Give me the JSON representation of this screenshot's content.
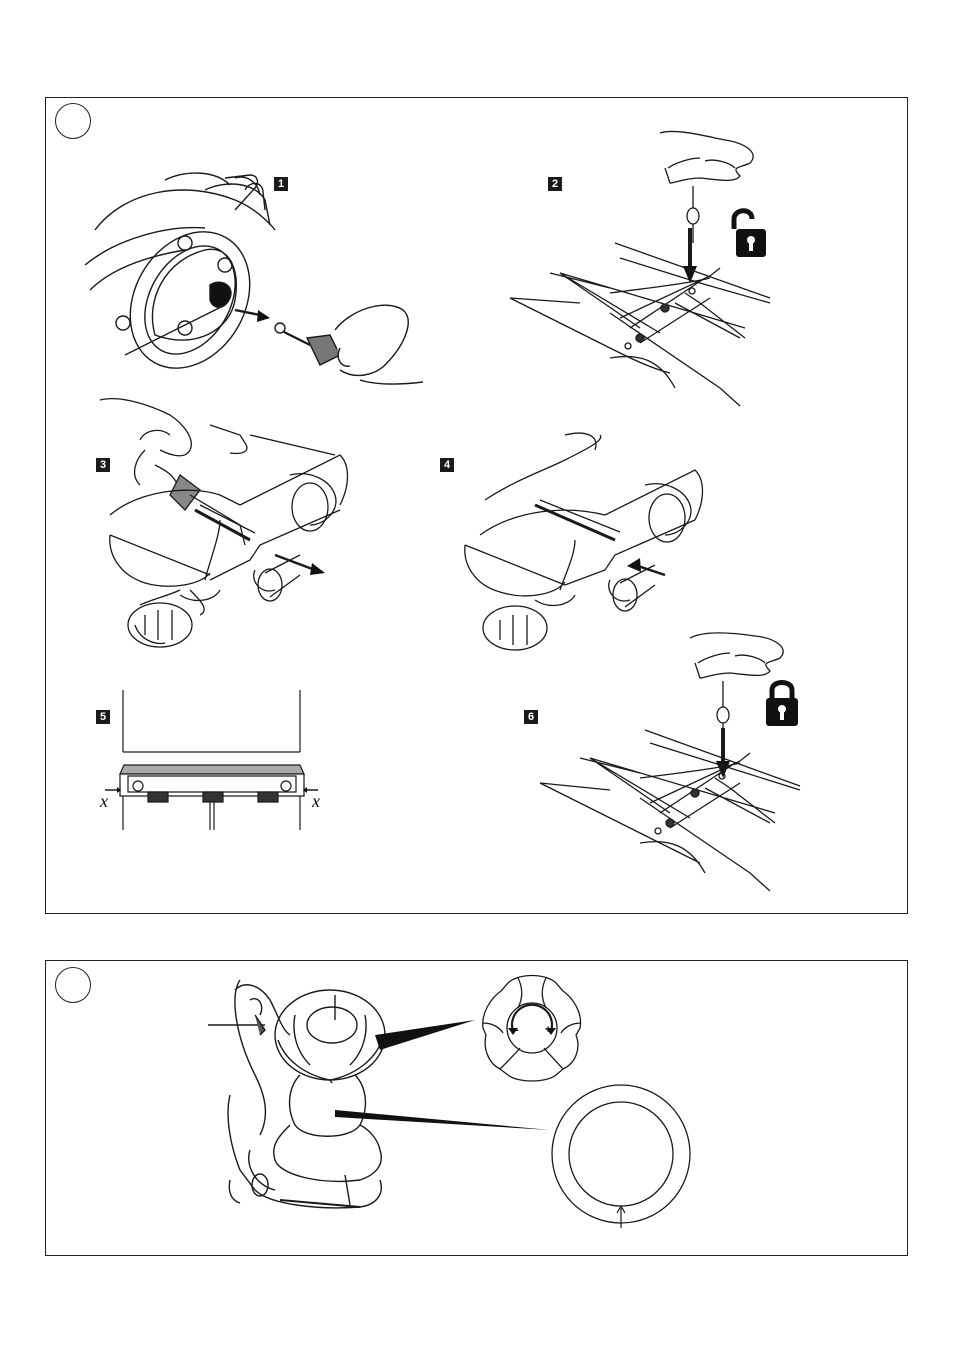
{
  "figure_a": {
    "steps": [
      "1",
      "2",
      "3",
      "4",
      "5",
      "6"
    ],
    "gap_label": "x"
  },
  "figure_b": {
    "dial_symbols": {
      "minus": "-",
      "plus": "+"
    }
  },
  "icons": {
    "unlock": "padlock-open-icon",
    "lock": "padlock-closed-icon"
  }
}
